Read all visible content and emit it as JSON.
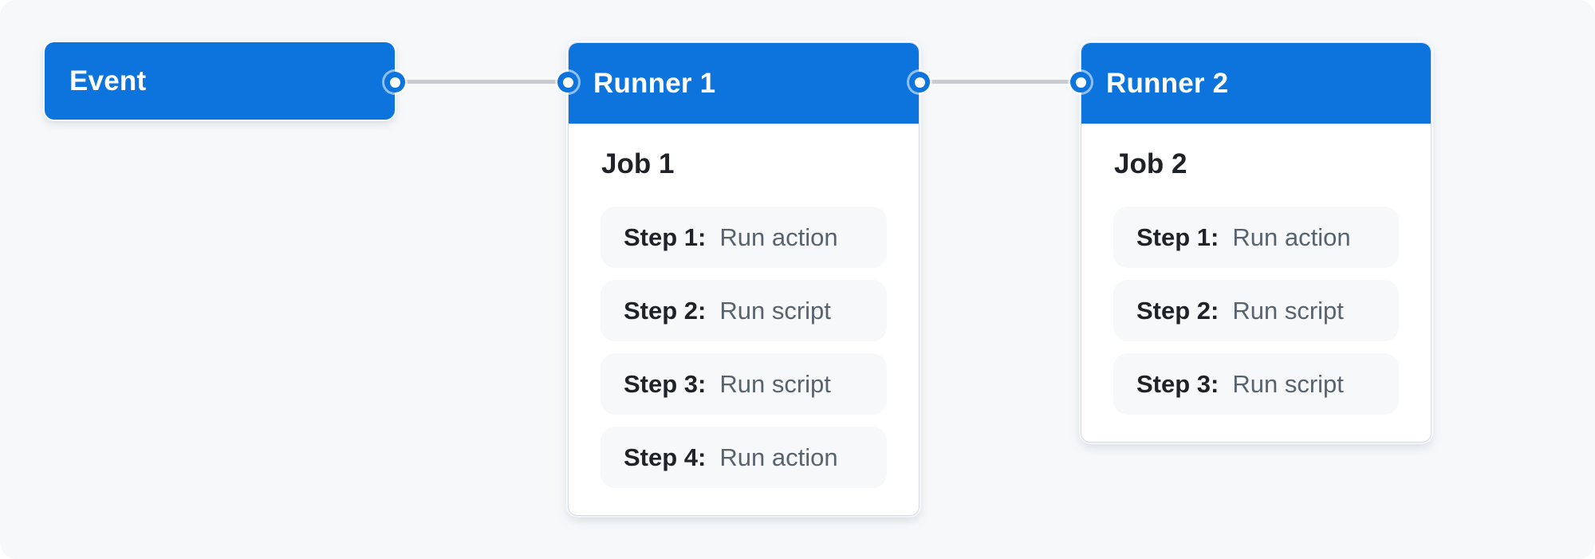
{
  "colors": {
    "accent_blue": "#0d74de",
    "canvas_bg": "#f6f8fa",
    "connector_line": "#c8ccd1",
    "card_bg": "#ffffff",
    "step_bg": "#f6f8fa",
    "step_label_color": "#1f2328",
    "step_value_color": "#59636e"
  },
  "event_node": {
    "label": "Event"
  },
  "runners": [
    {
      "title": "Runner 1",
      "job": {
        "title": "Job 1",
        "steps": [
          {
            "label": "Step 1:",
            "value": "Run action"
          },
          {
            "label": "Step 2:",
            "value": "Run script"
          },
          {
            "label": "Step 3:",
            "value": "Run script"
          },
          {
            "label": "Step 4:",
            "value": "Run action"
          }
        ]
      }
    },
    {
      "title": "Runner 2",
      "job": {
        "title": "Job 2",
        "steps": [
          {
            "label": "Step 1:",
            "value": "Run action"
          },
          {
            "label": "Step 2:",
            "value": "Run script"
          },
          {
            "label": "Step 3:",
            "value": "Run script"
          }
        ]
      }
    }
  ]
}
